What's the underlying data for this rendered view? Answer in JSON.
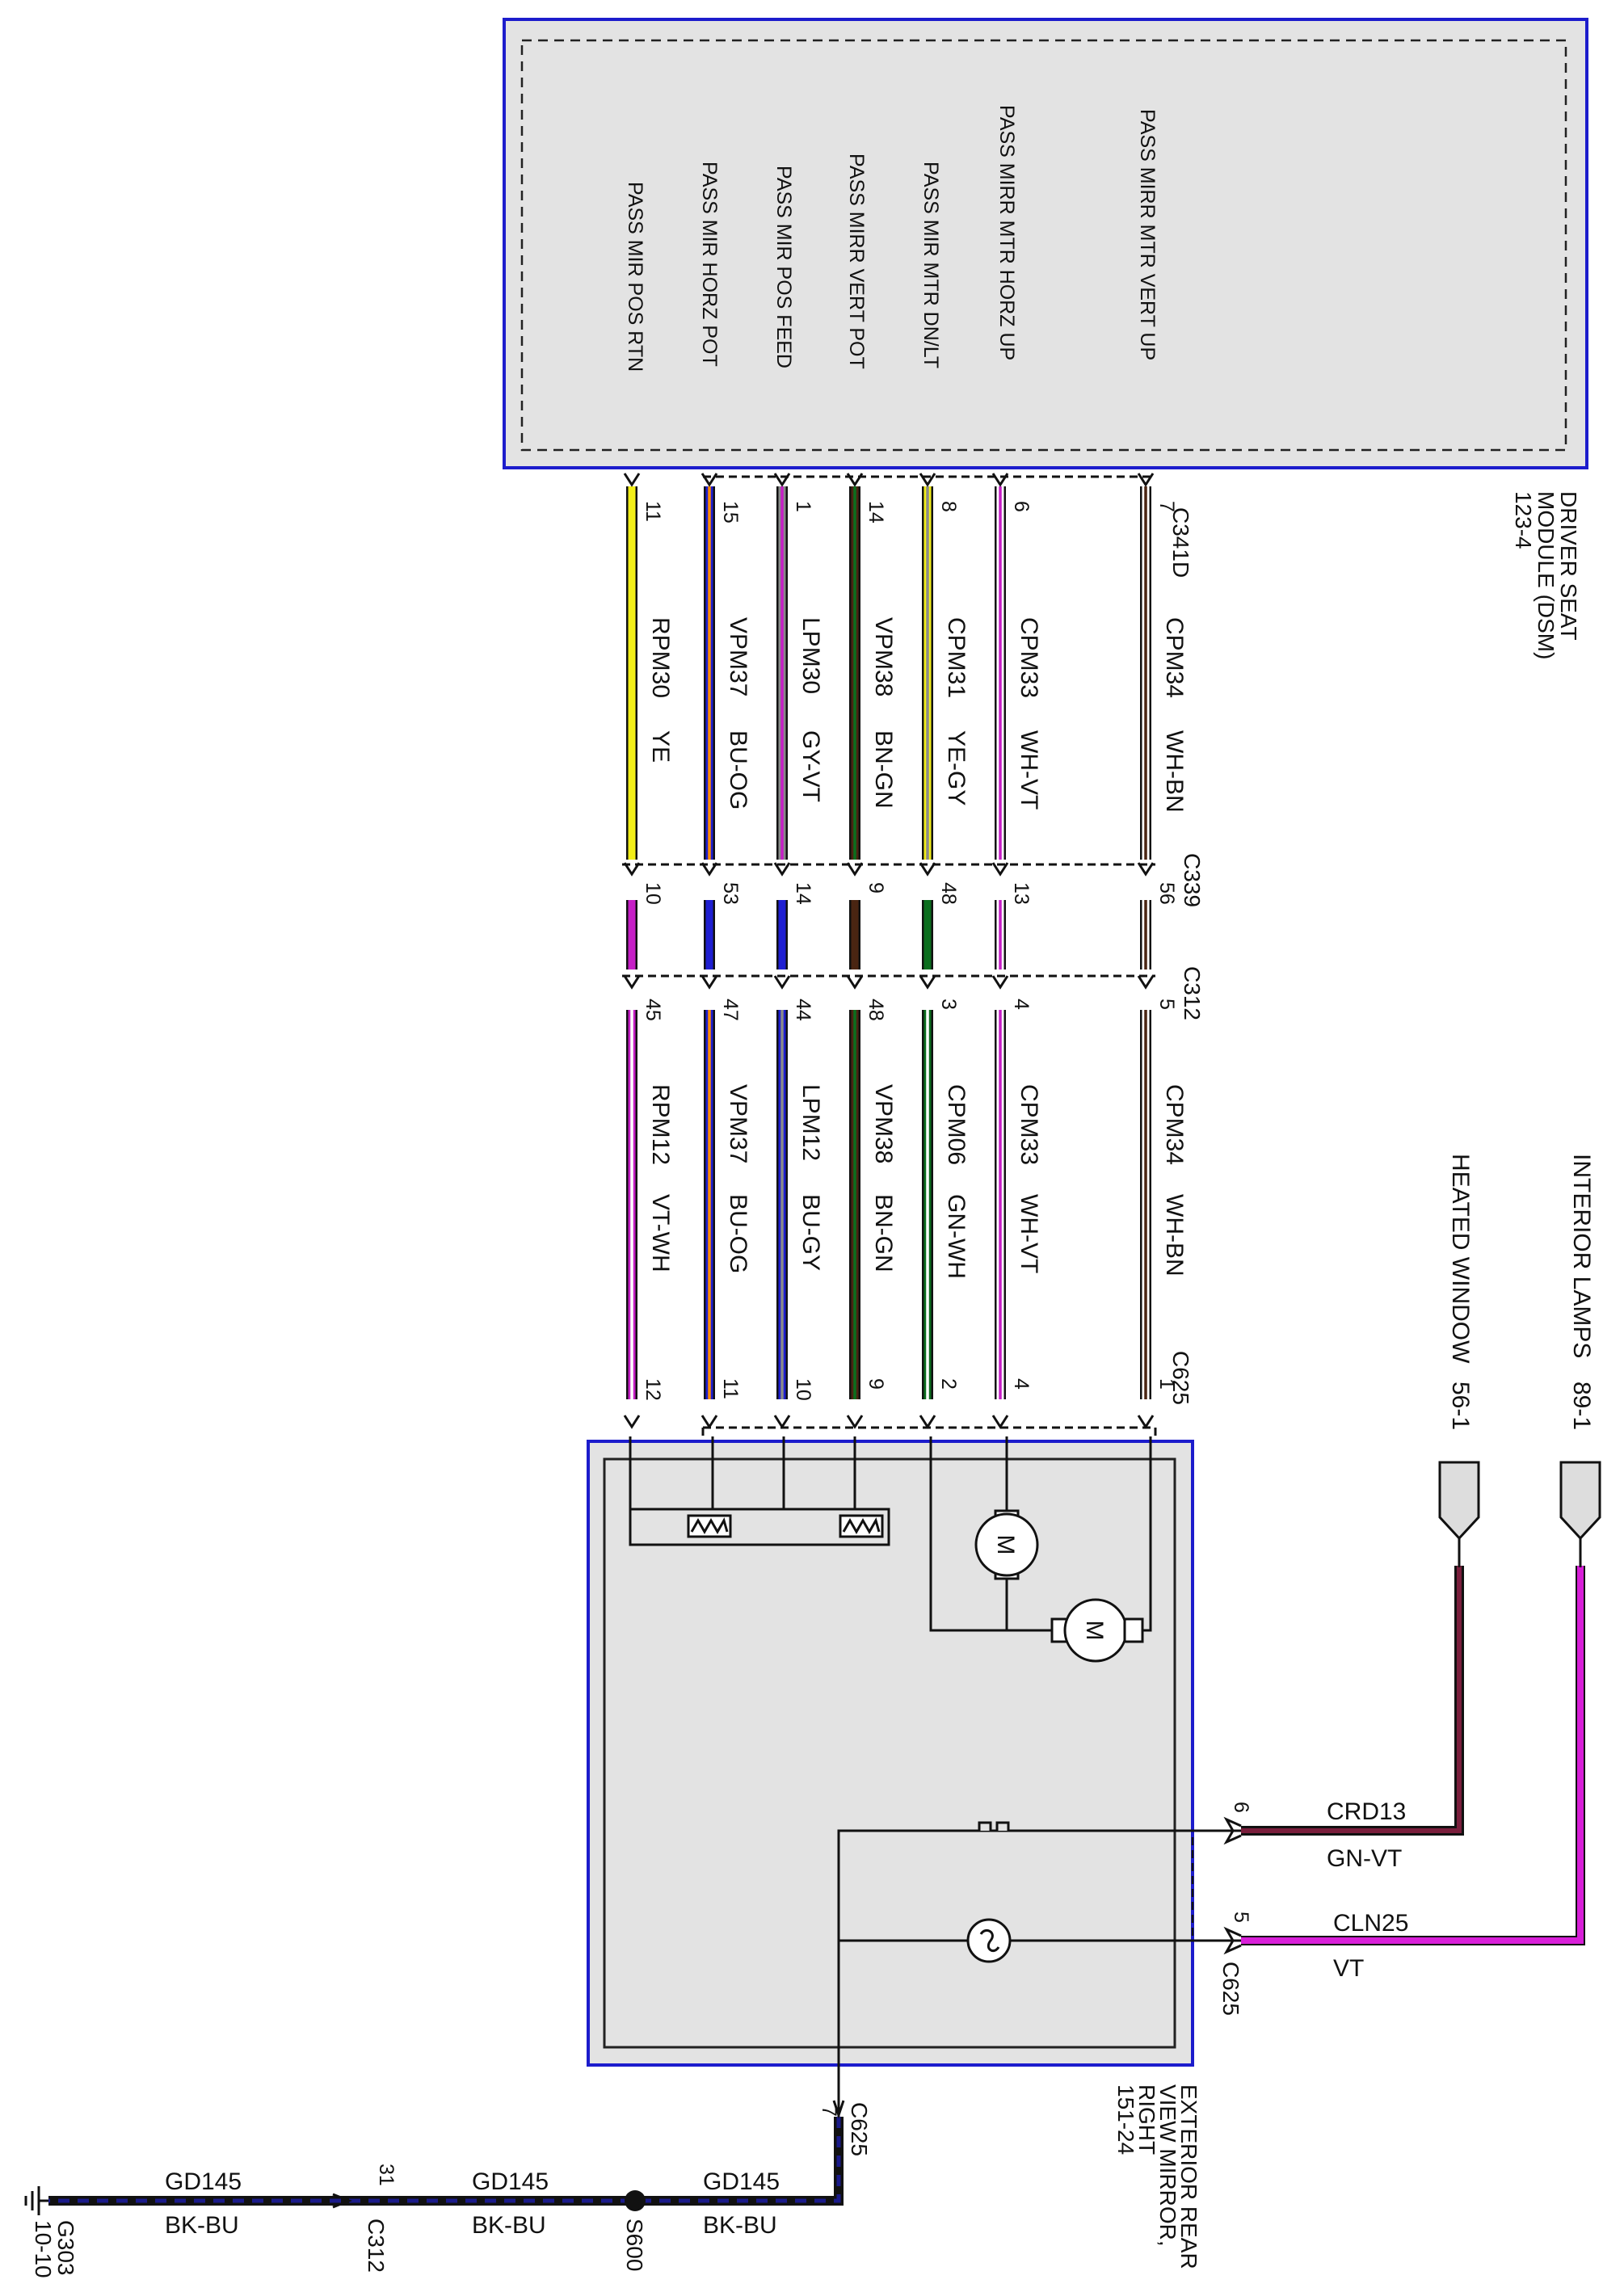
{
  "modules": {
    "dsm": {
      "lines": [
        "DRIVER SEAT",
        "MODULE (DSM)",
        "123-4"
      ],
      "pin_labels": [
        "PASS MIRR MTR VERT UP",
        "PASS MIRR MTR HORZ UP",
        "PASS MIR MTR DN/LT",
        "PASS MIRR VERT POT",
        "PASS MIR POS FEED",
        "PASS MIR HORZ POT",
        "PASS MIR POS RTN"
      ]
    },
    "mirror": {
      "lines": [
        "EXTERIOR REAR",
        "VIEW MIRROR,",
        "RIGHT",
        "151-24"
      ]
    }
  },
  "connectors": {
    "c341d": "C341D",
    "c339": "C339",
    "c312": "C312",
    "c625": "C625",
    "c625_heater": "C625",
    "c625_ground": "C625",
    "c312_ground": "C312",
    "s600": "S600",
    "g303": [
      "G303",
      "10-10"
    ]
  },
  "wires_upper": [
    {
      "pin_dsm": "7",
      "circuit": "CPM34",
      "color": "WH-BN",
      "pin_c339": "56"
    },
    {
      "pin_dsm": "6",
      "circuit": "CPM33",
      "color": "WH-VT",
      "pin_c339": "13"
    },
    {
      "pin_dsm": "8",
      "circuit": "CPM31",
      "color": "YE-GY",
      "pin_c339": "48"
    },
    {
      "pin_dsm": "14",
      "circuit": "VPM38",
      "color": "BN-GN",
      "pin_c339": "9"
    },
    {
      "pin_dsm": "1",
      "circuit": "LPM30",
      "color": "GY-VT",
      "pin_c339": "14"
    },
    {
      "pin_dsm": "15",
      "circuit": "VPM37",
      "color": "BU-OG",
      "pin_c339": "53"
    },
    {
      "pin_dsm": "11",
      "circuit": "RPM30",
      "color": "YE",
      "pin_c339": "10"
    }
  ],
  "wires_lower": [
    {
      "pin_c312": "5",
      "circuit": "CPM34",
      "color": "WH-BN",
      "pin_c625": "1"
    },
    {
      "pin_c312": "4",
      "circuit": "CPM33",
      "color": "WH-VT",
      "pin_c625": "4"
    },
    {
      "pin_c312": "3",
      "circuit": "CPM06",
      "color": "GN-WH",
      "pin_c625": "2"
    },
    {
      "pin_c312": "48",
      "circuit": "VPM38",
      "color": "BN-GN",
      "pin_c625": "9"
    },
    {
      "pin_c312": "44",
      "circuit": "LPM12",
      "color": "BU-GY",
      "pin_c625": "10"
    },
    {
      "pin_c312": "47",
      "circuit": "VPM37",
      "color": "BU-OG",
      "pin_c625": "11"
    },
    {
      "pin_c312": "45",
      "circuit": "RPM12",
      "color": "VT-WH",
      "pin_c625": "12"
    }
  ],
  "feeds": [
    {
      "name": "INTERIOR LAMPS",
      "ref": "89-1",
      "circuit": "CLN25",
      "color": "VT",
      "pin": "5"
    },
    {
      "name": "HEATED WINDOW",
      "ref": "56-1",
      "circuit": "CRD13",
      "color": "GN-VT",
      "pin": "6"
    }
  ],
  "ground": {
    "pin_c625": "7",
    "pin_c312": "31",
    "circuit": "GD145",
    "color": "BK-BU"
  },
  "symbols": {
    "motor_label": "M"
  }
}
